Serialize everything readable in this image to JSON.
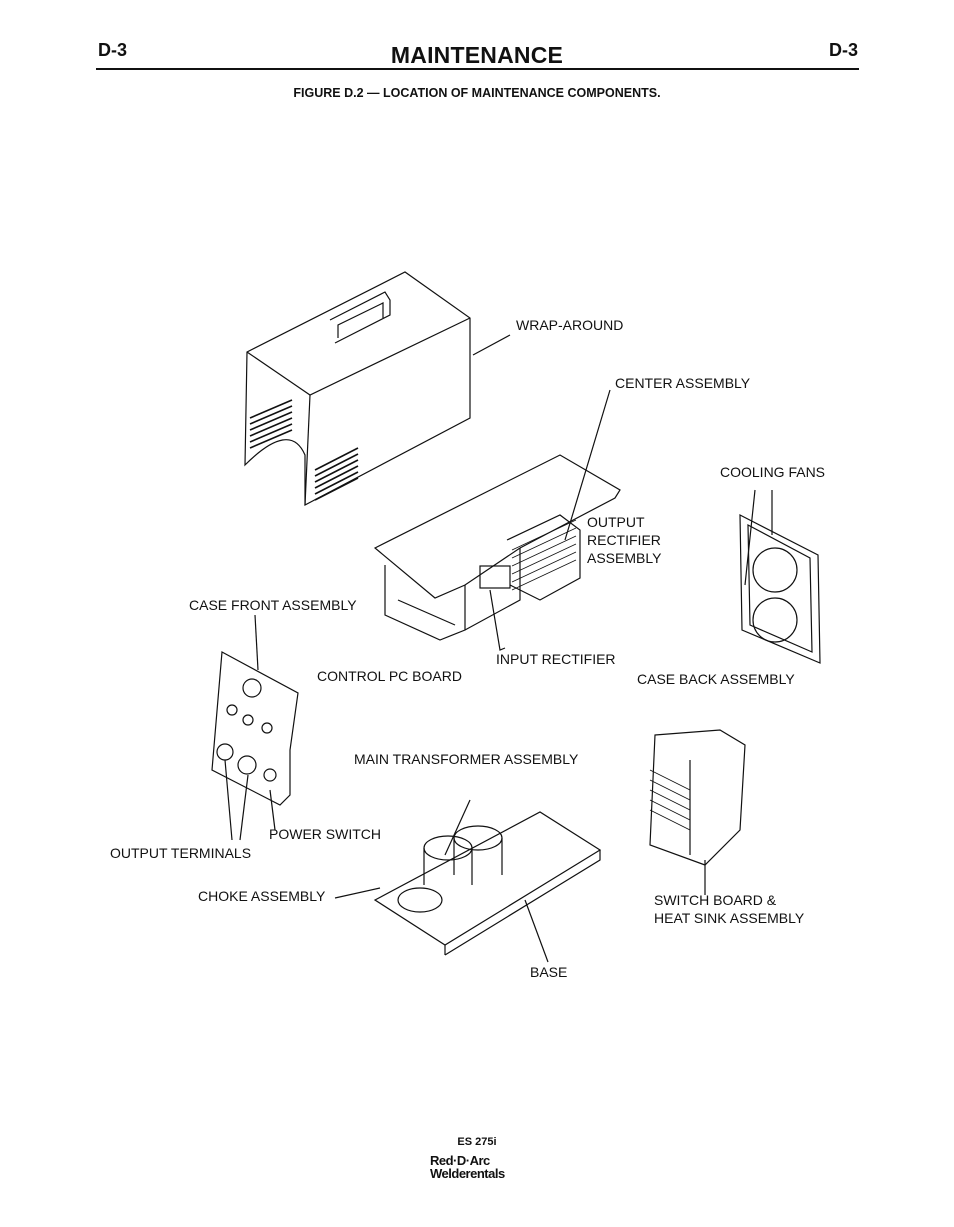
{
  "header": {
    "page_left": "D-3",
    "page_right": "D-3",
    "title": "MAINTENANCE"
  },
  "figure": {
    "caption": "FIGURE D.2 — LOCATION OF MAINTENANCE COMPONENTS.",
    "labels": {
      "wrap_around": "WRAP-AROUND",
      "center_assembly": "CENTER ASSEMBLY",
      "cooling_fans": "COOLING FANS",
      "output_rectifier_1": "OUTPUT",
      "output_rectifier_2": "RECTIFIER",
      "output_rectifier_3": "ASSEMBLY",
      "case_front_assembly": "CASE FRONT ASSEMBLY",
      "input_rectifier": "INPUT  RECTIFIER",
      "control_pc_board": "CONTROL PC BOARD",
      "case_back_assembly": "CASE BACK ASSEMBLY",
      "main_transformer_assembly": "MAIN TRANSFORMER ASSEMBLY",
      "power_switch": "POWER SWITCH",
      "output_terminals": "OUTPUT TERMINALS",
      "choke_assembly": "CHOKE ASSEMBLY",
      "switch_board_1": "SWITCH BOARD &",
      "switch_board_2": "HEAT SINK ASSEMBLY",
      "base": "BASE"
    }
  },
  "footer": {
    "model": "ES 275i",
    "logo_line1": "Red·D·Arc",
    "logo_line2": "Welderentals"
  }
}
